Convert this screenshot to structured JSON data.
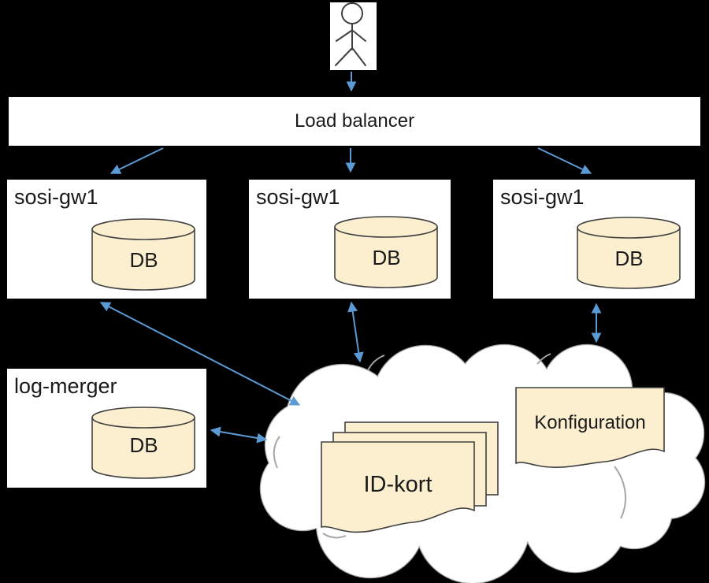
{
  "colors": {
    "background": "#000000",
    "arrow": "#5B9BD5",
    "box_fill": "#FFFFFF",
    "box_border": "#000000",
    "shape_fill": "#FBEFD0",
    "shape_border": "#404040",
    "cloud_fill": "#FFFFFF",
    "cloud_border": "#A6A6A6",
    "text": "#1A1A1A"
  },
  "actor": {
    "icon": "person-icon"
  },
  "load_balancer": {
    "label": "Load balancer"
  },
  "gateways": [
    {
      "label": "sosi-gw1",
      "db": "DB"
    },
    {
      "label": "sosi-gw1",
      "db": "DB"
    },
    {
      "label": "sosi-gw1",
      "db": "DB"
    }
  ],
  "log_merger": {
    "label": "log-merger",
    "db": "DB"
  },
  "cloud": {
    "id_kort": {
      "label": "ID-kort"
    },
    "konfiguration": {
      "label": "Konfiguration"
    }
  }
}
